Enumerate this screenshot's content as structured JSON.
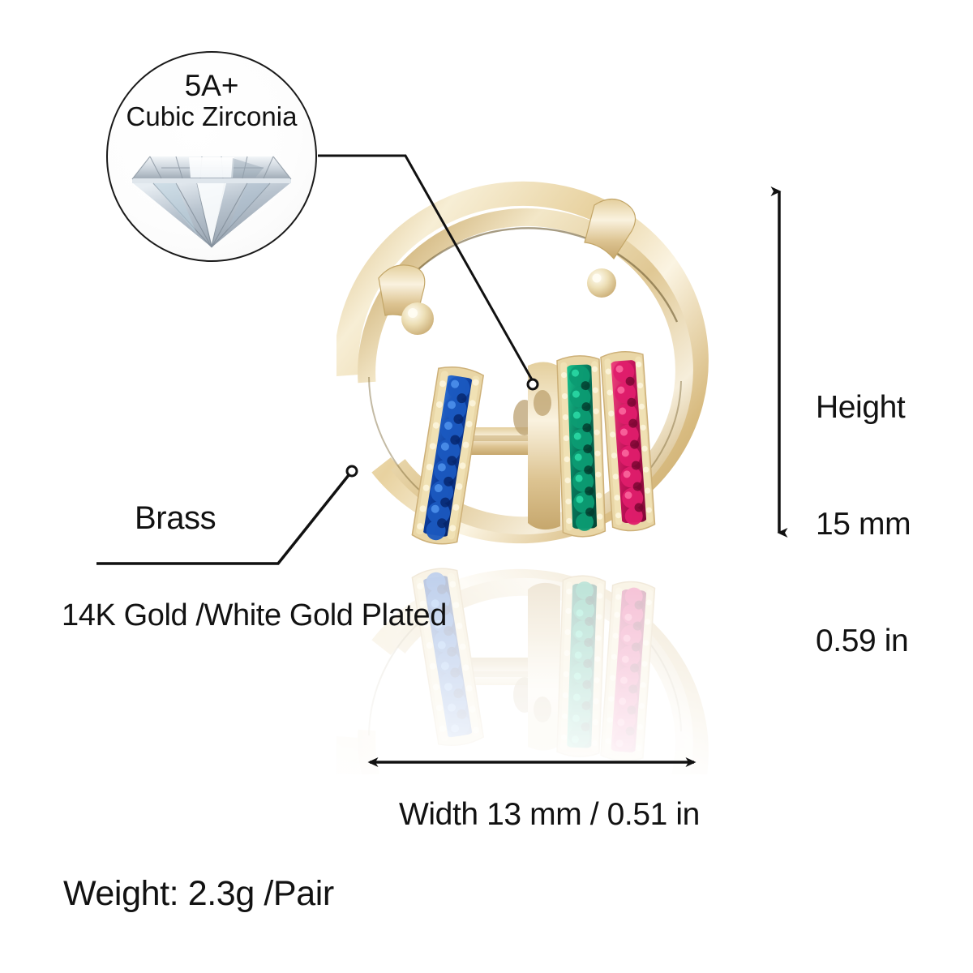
{
  "product": {
    "name": "gold-hoop-earring-with-rainbow-cz-rings",
    "body_color": "#e6cf9a",
    "body_highlight": "#fdf6e3",
    "body_shadow": "#c3a163",
    "gem_rings": [
      {
        "name": "sapphire-blue-pave-ring",
        "color": "#0d3fa0",
        "highlight": "#2f74d8",
        "stone_count": 9
      },
      {
        "name": "emerald-green-pave-ring",
        "color": "#07765a",
        "highlight": "#15c18c",
        "stone_count": 9
      },
      {
        "name": "ruby-pink-pave-ring",
        "color": "#c2135a",
        "highlight": "#f0467f",
        "stone_count": 9
      }
    ]
  },
  "badge": {
    "name": "cubic-zirconia-badge",
    "line1": "5A+",
    "line2": "Cubic Zirconia",
    "icon": "diamond-icon",
    "border_color": "#1a1a1a"
  },
  "callouts": {
    "material": {
      "label": "Brass",
      "sublabel": "14K Gold /White Gold Plated"
    },
    "stone": {
      "target": "gem-rings"
    }
  },
  "dimensions": {
    "height": {
      "name": "height-dimension",
      "title": "Height",
      "mm": "15 mm",
      "inch": "0.59 in"
    },
    "width": {
      "name": "width-dimension",
      "text": "Width 13 mm / 0.51 in"
    }
  },
  "weight": {
    "label": "Weight: 2.3g /Pair"
  },
  "colors": {
    "line": "#111111",
    "text": "#121212",
    "background": "#ffffff"
  }
}
